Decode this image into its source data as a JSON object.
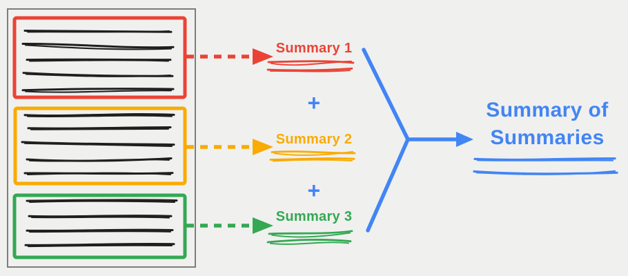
{
  "colors": {
    "background": "#F0F0EF",
    "gray": "#7D7D7D",
    "ink": "#1F1F1F",
    "red": "#EA4335",
    "orange": "#F9AB00",
    "green": "#34A853",
    "blue": "#4285F4"
  },
  "document": {
    "chunks": [
      {
        "name": "chunk-1",
        "color_name": "red",
        "text_line_count": 5
      },
      {
        "name": "chunk-2",
        "color_name": "orange",
        "text_line_count": 5
      },
      {
        "name": "chunk-3",
        "color_name": "green",
        "text_line_count": 4
      }
    ]
  },
  "summaries": [
    {
      "label": "Summary 1",
      "color_name": "red"
    },
    {
      "label": "Summary 2",
      "color_name": "orange"
    },
    {
      "label": "Summary 3",
      "color_name": "green"
    }
  ],
  "plus_operator": "+",
  "result": {
    "line1": "Summary of",
    "line2": "Summaries",
    "color_name": "blue"
  }
}
